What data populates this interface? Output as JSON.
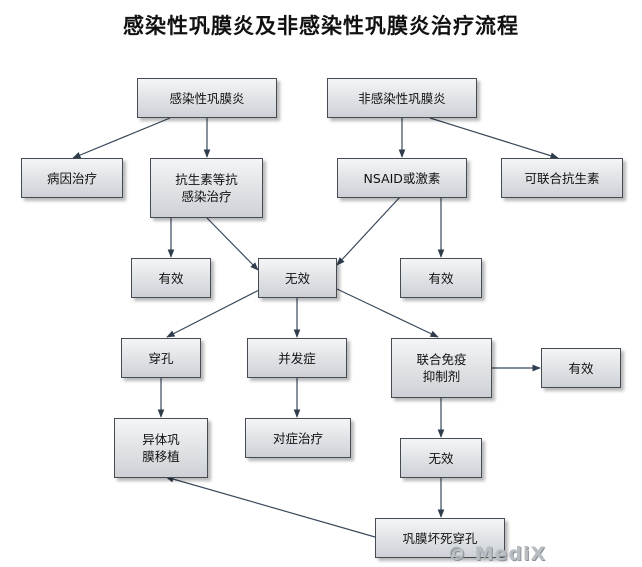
{
  "title": "感染性巩膜炎及非感染性巩膜炎治疗流程",
  "watermark": "© MediX",
  "nodes": {
    "infectious": "感染性巩膜炎",
    "non_infectious": "非感染性巩膜炎",
    "etiology_treatment": "病因治疗",
    "antibiotic_treatment": "抗生素等抗\n感染治疗",
    "nsaid_steroid": "NSAID或激素",
    "combined_antibiotics": "可联合抗生素",
    "effective_1": "有效",
    "ineffective_1": "无效",
    "effective_2": "有效",
    "perforation": "穿孔",
    "complication": "并发症",
    "immunosuppressant": "联合免疫\n抑制剂",
    "effective_3": "有效",
    "graft": "异体巩\n膜移植",
    "symptomatic_treatment": "对症治疗",
    "ineffective_2": "无效",
    "necrotizing_perforation": "巩膜坏死穿孔"
  },
  "colors": {
    "edge": "#3a4a5c",
    "border": "#444b52"
  }
}
